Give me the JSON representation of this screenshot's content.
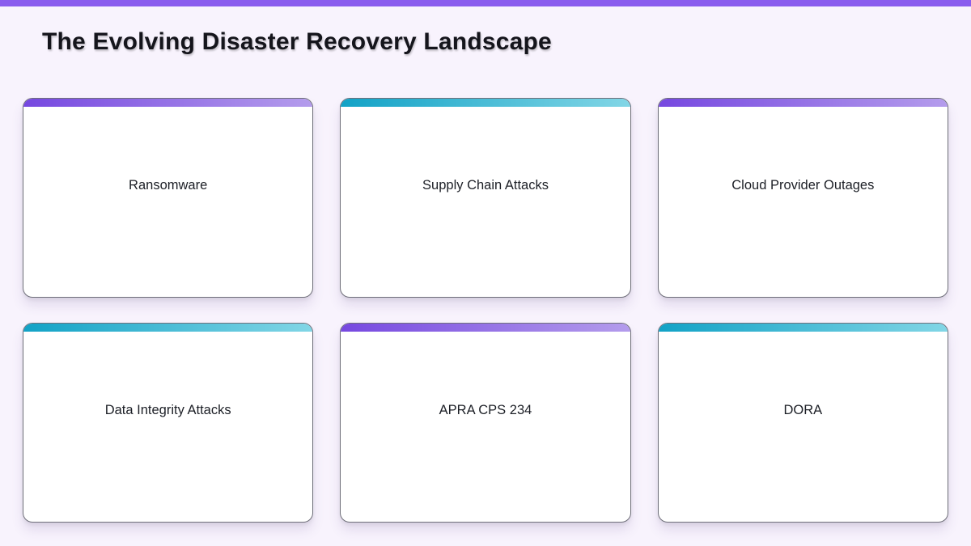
{
  "page": {
    "title": "The Evolving Disaster Recovery Landscape",
    "background_color": "#f8f3fd",
    "top_bar_color": "#8a5cee"
  },
  "accents": {
    "purple_gradient_start": "#7648e0",
    "purple_gradient_end": "#b49cec",
    "teal_gradient_start": "#12a2c6",
    "teal_gradient_end": "#82d6e6"
  },
  "cards": [
    {
      "label": "Ransomware",
      "accent": "purple"
    },
    {
      "label": "Supply Chain Attacks",
      "accent": "teal"
    },
    {
      "label": "Cloud Provider Outages",
      "accent": "purple"
    },
    {
      "label": "Data Integrity Attacks",
      "accent": "teal"
    },
    {
      "label": "APRA CPS 234",
      "accent": "purple"
    },
    {
      "label": "DORA",
      "accent": "teal"
    }
  ]
}
